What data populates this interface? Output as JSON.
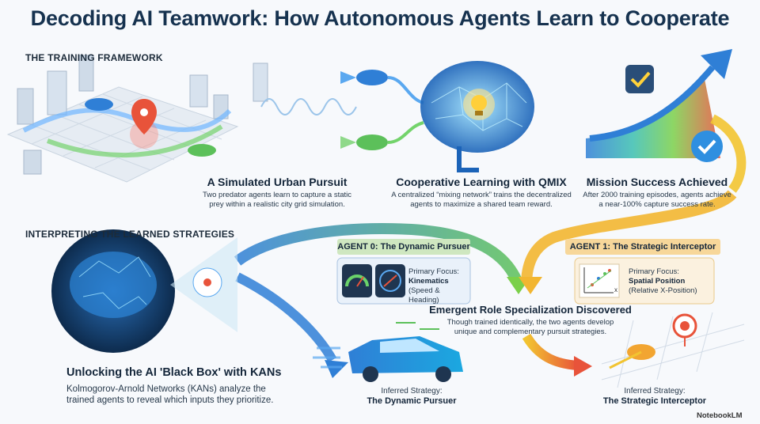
{
  "title": "Decoding AI Teamwork: How Autonomous Agents Learn to Cooperate",
  "sections": {
    "training": "THE TRAINING FRAMEWORK",
    "interpreting": "INTERPRETING THE LEARNED STRATEGIES"
  },
  "training_steps": [
    {
      "title": "A Simulated Urban Pursuit",
      "body": [
        "Two predator agents learn to capture a static",
        "prey within a realistic city grid simulation."
      ]
    },
    {
      "title": "Cooperative Learning with QMIX",
      "body": [
        "A centralized “mixing network” trains the decentralized",
        "agents to maximize a shared team reward."
      ]
    },
    {
      "title": "Mission Success Achieved",
      "body": [
        "After 2000 training episodes, agents achieve",
        "a near-100% capture success rate."
      ]
    }
  ],
  "agents": [
    {
      "label": "AGENT 0: The Dynamic Pursuer",
      "focus_heading": "Primary Focus:",
      "focus_value": "Kinematics",
      "focus_detail": "(Speed & Heading)",
      "strategy_heading": "Inferred Strategy:",
      "strategy_name": "The Dynamic Pursuer",
      "color": "#cfe7c0"
    },
    {
      "label": "AGENT 1: The Strategic Interceptor",
      "focus_heading": "Primary Focus:",
      "focus_value": "Spatial Position",
      "focus_detail": "(Relative X-Position)",
      "strategy_heading": "Inferred Strategy:",
      "strategy_name": "The Strategic Interceptor",
      "color": "#f7d79a"
    }
  ],
  "emergent": {
    "title": "Emergent Role Specialization Discovered",
    "body": [
      "Though trained identically, the two agents develop",
      "unique and complementary pursuit strategies."
    ]
  },
  "kan": {
    "title": "Unlocking the AI 'Black Box' with KANs",
    "body": [
      "Kolmogorov-Arnold Networks (KANs) analyze the",
      "trained agents to reveal which inputs they prioritize."
    ]
  },
  "chart_axis_x": "x",
  "watermark": "NotebookLM",
  "colors": {
    "title": "#16324f",
    "blue": "#2f7fd6",
    "green": "#5cc05a",
    "orange": "#f2a531",
    "red": "#e8533a"
  },
  "icons": [
    "city-map-icon",
    "location-pin-icon",
    "car-icon",
    "drone-icon",
    "brain-icon",
    "lightbulb-icon",
    "checkmark-icon",
    "arrow-up-icon",
    "gauge-icon",
    "compass-icon",
    "scatter-chart-icon",
    "target-icon"
  ]
}
